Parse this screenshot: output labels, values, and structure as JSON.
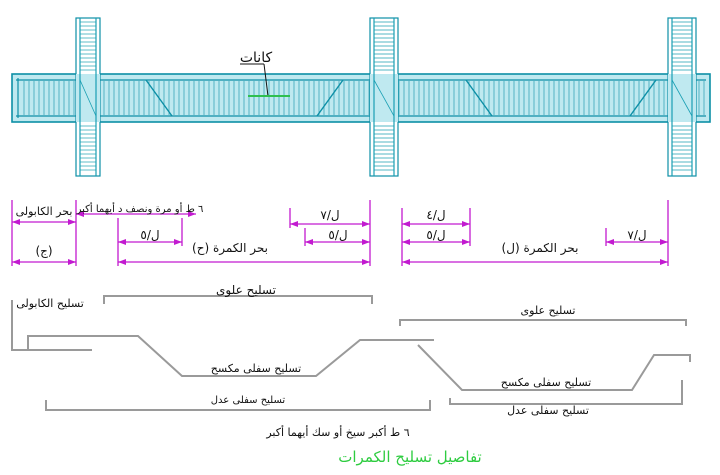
{
  "colors": {
    "concrete_fill": "#bfe9f0",
    "rebar": "#0d8fa6",
    "column_rebar": "#1a9fb3",
    "dimension": "#c21ad0",
    "bar_line": "#9a9a9a",
    "text": "#111111",
    "caption": "#2ecc40"
  },
  "labels": {
    "stirrups": "كانات",
    "col1_length": "٦ ط أو مرة ونصف د أيهما أكبر",
    "cantilever_span": "بحر الكابولى",
    "cantilever_tag": "(ج)",
    "beam2_span": "بحر الكمرة (ح)",
    "beam1_span": "بحر الكمرة (ل)",
    "top_rebar_left": "تسليح علوى",
    "top_rebar_right": "تسليح علوى",
    "cantilever_rebar": "تسليح الكابولى",
    "bottom_bent_left": "تسليح سفلى مكسح",
    "bottom_straight_left": "تسليح سفلى عدل",
    "bottom_bent_right": "تسليح سفلى مكسح",
    "bottom_straight_right": "تسليح سفلى عدل",
    "anchorage_note": "٦ ط أكبر سيخ أو سك أيهما أكبر",
    "caption": "تفاصيل تسليح الكمرات"
  },
  "dimensions": {
    "beam2_right_top": "ل/٧",
    "beam2_left_bottom": "ل/٥",
    "beam2_right_bottom": "ل/٥",
    "beam1_left_top": "ل/٤",
    "beam1_left_bottom": "ل/٥",
    "beam1_right_bottom": "ل/٧"
  }
}
